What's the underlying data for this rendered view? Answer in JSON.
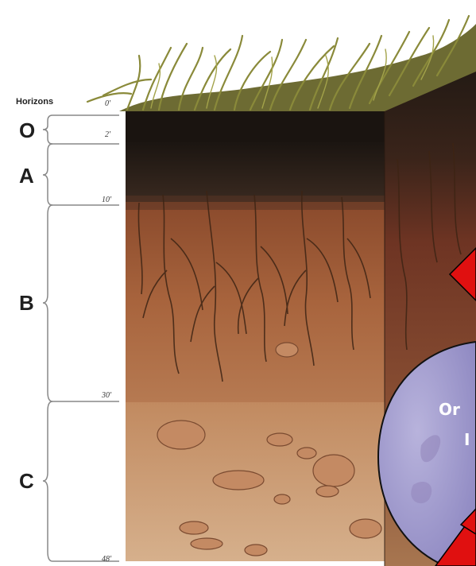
{
  "diagram": {
    "title": "Horizons",
    "horizons": [
      {
        "name": "O",
        "top_depth": "0'",
        "bottom_depth": "2'"
      },
      {
        "name": "A",
        "top_depth": "2'",
        "bottom_depth": "10'"
      },
      {
        "name": "B",
        "top_depth": "10'",
        "bottom_depth": "30'"
      },
      {
        "name": "C",
        "top_depth": "30'",
        "bottom_depth": "48'"
      }
    ],
    "callout": {
      "text_line1": "Or",
      "text_line2": "I"
    },
    "colors": {
      "grass": "#7a7a2e",
      "horizon_o": "#1a1410",
      "horizon_a": "#2e2219",
      "horizon_b": "#9b5a35",
      "horizon_c": "#c99a72",
      "side_face": "#6f3a26",
      "roots": "#3d2414",
      "callout_fill": "#a5a0cf",
      "arrow": "#e01010"
    }
  }
}
